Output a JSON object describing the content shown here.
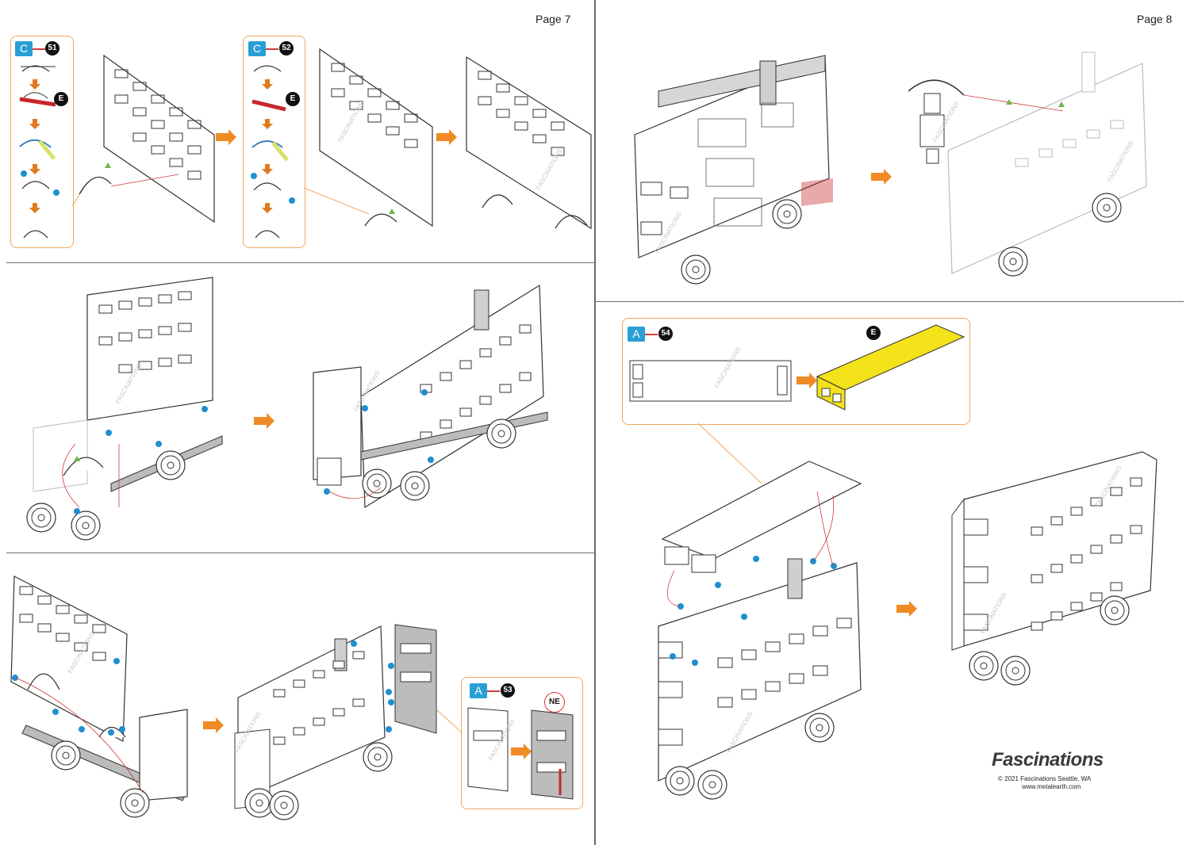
{
  "pages": {
    "left": "Page 7",
    "right": "Page 8"
  },
  "steps": [
    {
      "part": "C",
      "number": "51",
      "extra_badge": "E"
    },
    {
      "part": "C",
      "number": "52",
      "extra_badge": "E"
    },
    {
      "part": "A",
      "number": "53",
      "extra_badge": "NE"
    },
    {
      "part": "A",
      "number": "54",
      "extra_badge": "E"
    }
  ],
  "watermark": "FASCINATIONS",
  "footer": {
    "brand": "Fascinations",
    "copyright": "© 2021 Fascinations Seattle, WA",
    "website": "www.metalearth.com"
  },
  "colors": {
    "arrow": "#f08a24",
    "badge_blue": "#2a9fd6",
    "guide_red": "#d23b3b",
    "highlight_yellow": "#f4e21a",
    "dot_blue": "#1f8fd0",
    "inset_border": "#f0a860"
  }
}
